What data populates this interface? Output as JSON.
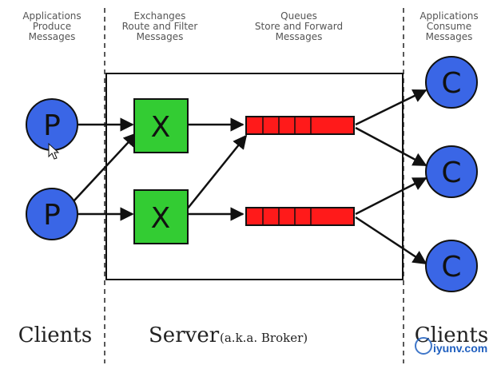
{
  "headers": {
    "producers": [
      "Applications",
      "Produce",
      "Messages"
    ],
    "exchanges": [
      "Exchanges",
      "Route and Filter",
      "Messages"
    ],
    "queues": [
      "Queues",
      "Store and Forward",
      "Messages"
    ],
    "consumers": [
      "Applications",
      "Consume",
      "Messages"
    ]
  },
  "nodes": {
    "producer_letter": "P",
    "exchange_letter": "X",
    "consumer_letter": "C"
  },
  "footer": {
    "clients_left": "Clients",
    "server": "Server",
    "broker_note": "(a.k.a. Broker)",
    "clients_right": "Clients"
  },
  "watermark": "iyunv.com",
  "colors": {
    "producer": "#3a66e6",
    "consumer": "#3a66e6",
    "exchange": "#33cc33",
    "queue": "#ff1a1a",
    "line": "#111111"
  }
}
